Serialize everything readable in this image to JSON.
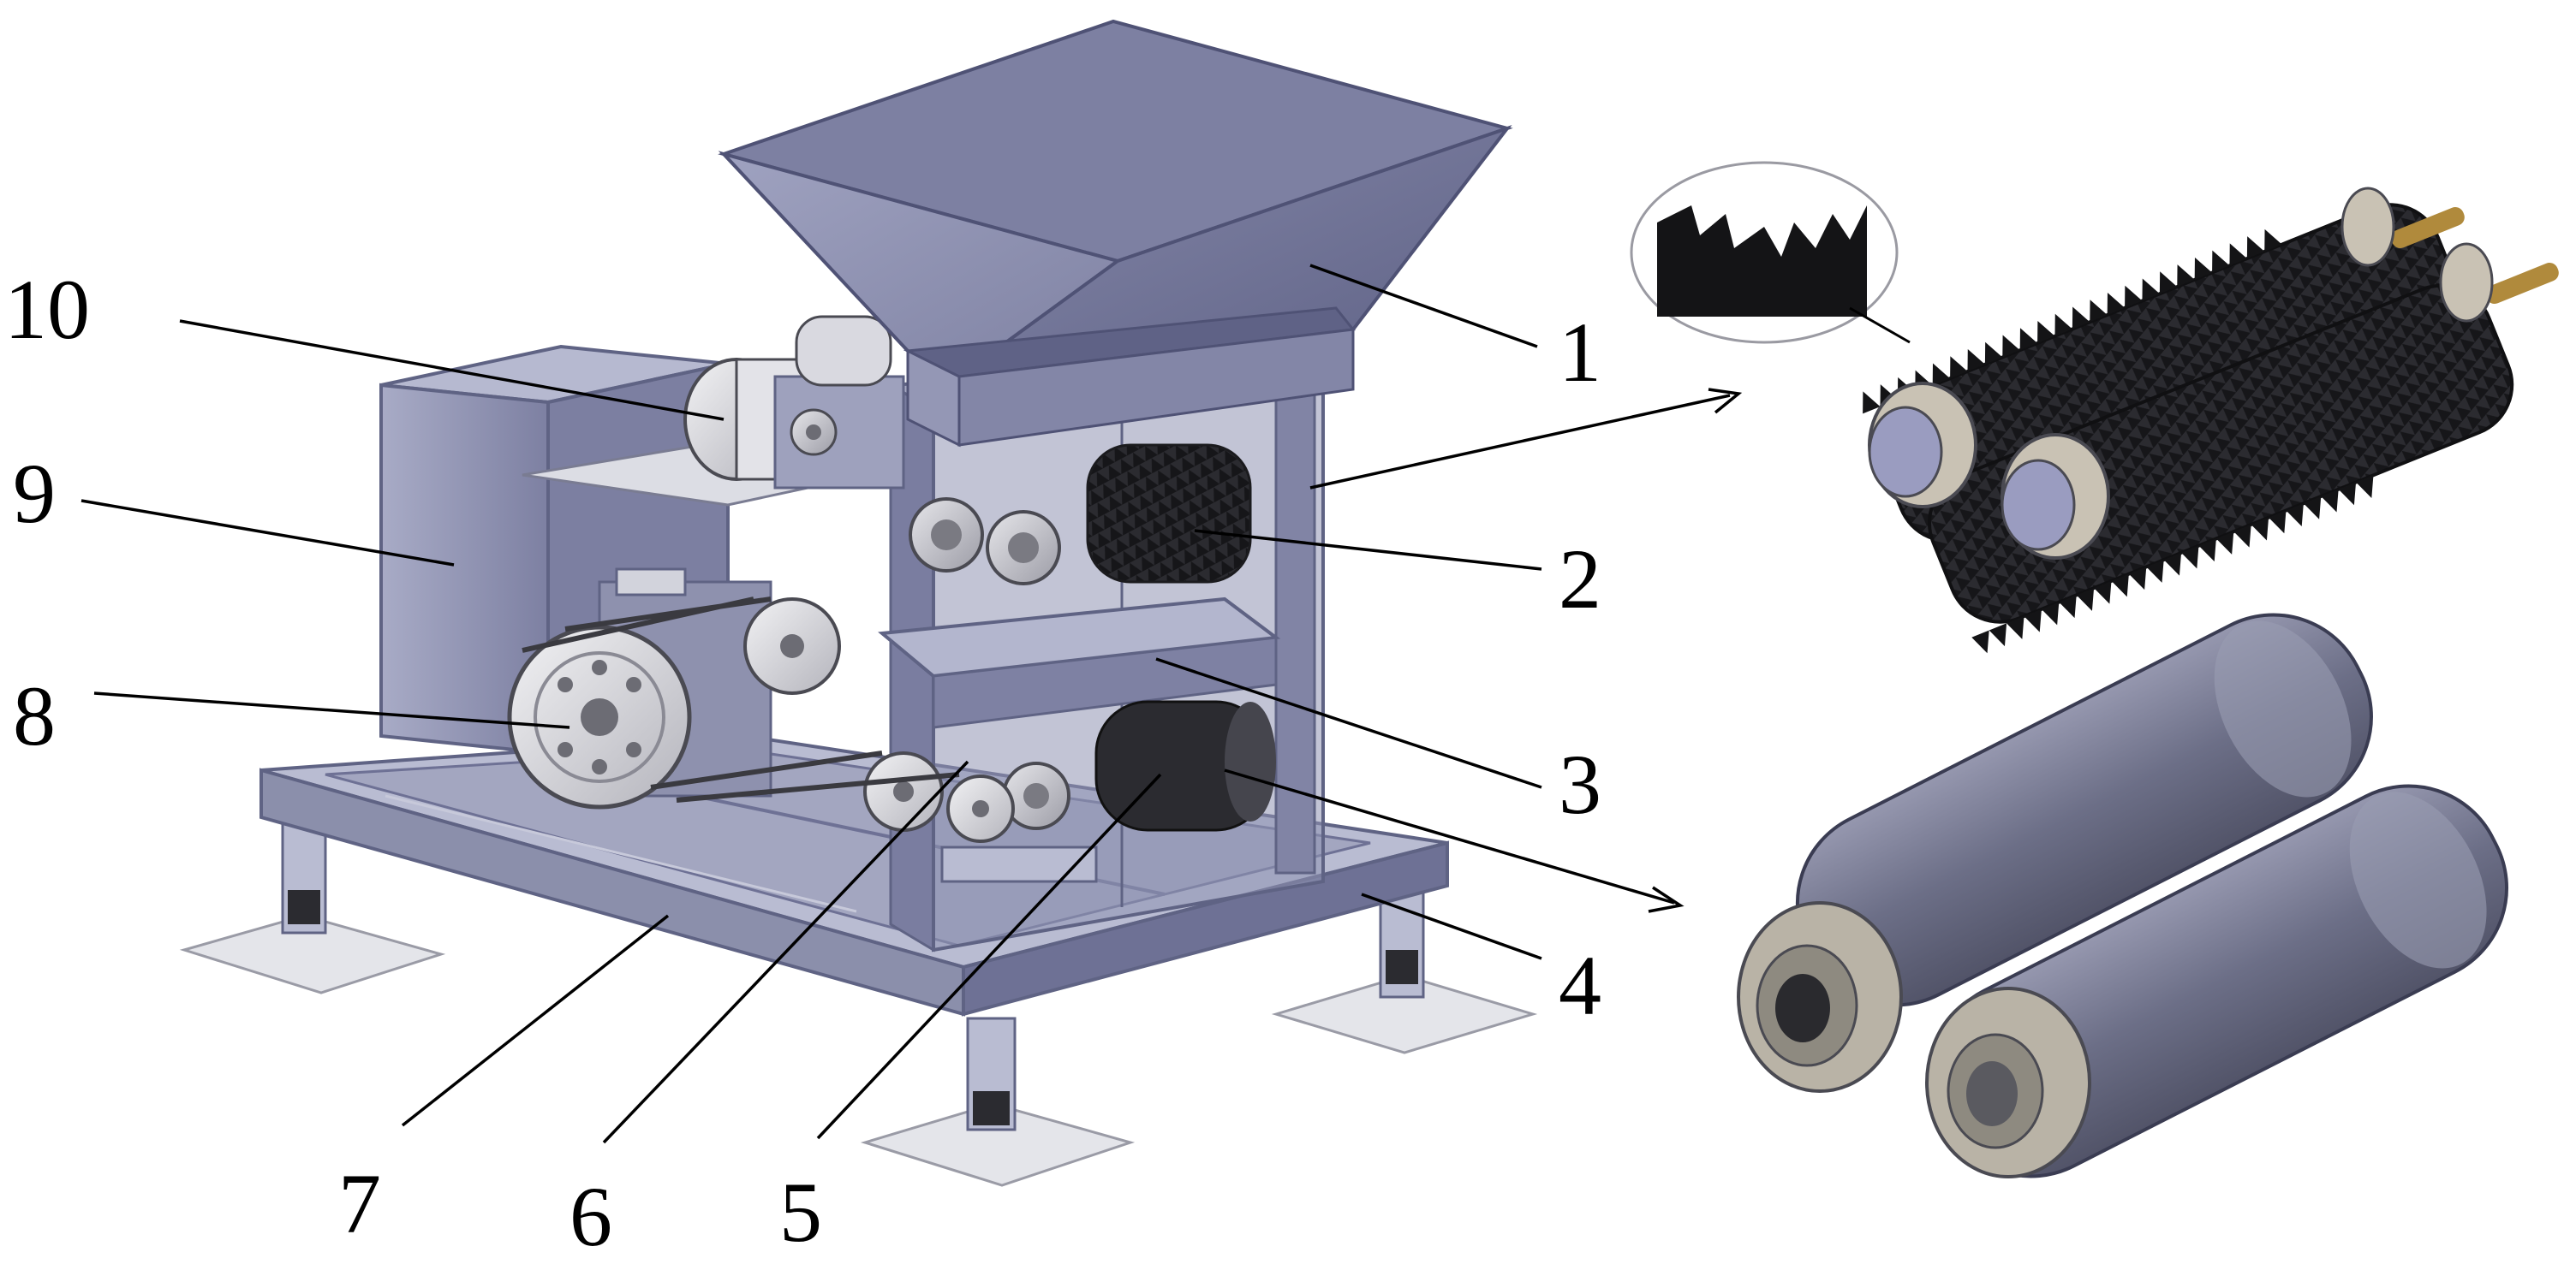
{
  "labels": {
    "l1": "1",
    "l2": "2",
    "l3": "3",
    "l4": "4",
    "l5": "5",
    "l6": "6",
    "l7": "7",
    "l8": "8",
    "l9": "9",
    "l10": "10"
  },
  "colors": {
    "background": "#ffffff",
    "frame": "#8b8fab",
    "frame_dark": "#5f6384",
    "frame_light": "#b9bcd2",
    "hopper": "#8d90b0",
    "hopper_dark": "#6e7195",
    "roller_black": "#2a2a2e",
    "roller_glass": "#6b6e88",
    "foot_plate": "#e4e5ea",
    "shaft": "#b08a3c",
    "leader_line": "#000000"
  }
}
